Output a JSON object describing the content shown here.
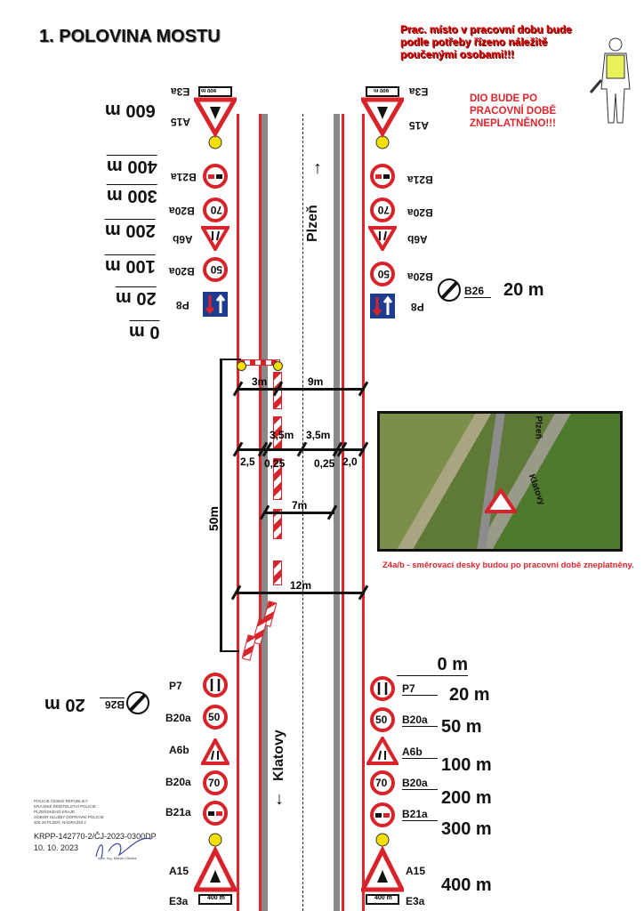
{
  "title": "1. POLOVINA MOSTU",
  "notice_top": "Prac. místo v pracovní dobu bude podle potřeby řízeno náležitě poučenými osobami!!!",
  "notice_dio": "DIO BUDE PO PRACOVNÍ DOBĚ ZNEPLATNĚNO!!!",
  "map_caption": "Z4a/b - směrovací desky budou po pracovní době zneplatněny.",
  "colors": {
    "red": "#e0262c",
    "sign_red": "#d8232a",
    "blue": "#1f3b8f",
    "yellow": "#f5e000"
  },
  "road": {
    "direction_up": "Plzeň",
    "direction_down": "Klatovy",
    "map_label_1": "Plzeň",
    "map_label_2": "Klatovy"
  },
  "dimensions": {
    "len": "50m",
    "d3": "3m",
    "d9": "9m",
    "d35a": "3,5m",
    "d35b": "3,5m",
    "d25": "2,5",
    "d025a": "0,25",
    "d025b": "0,25",
    "d20": "2,0",
    "d7": "7m",
    "d12": "12m"
  },
  "upper_left": {
    "e3a": "E3a",
    "plate": "600 m",
    "a15": "A15",
    "d600": "600 m",
    "b21a": "B21a",
    "d400": "400 m",
    "b20a1": "B20a",
    "d300": "300 m",
    "a6b": "A6b",
    "d200": "200 m",
    "b20a2": "B20a",
    "d100": "100 m",
    "p8": "P8",
    "d20": "20 m",
    "d0": "0 m"
  },
  "upper_right": {
    "e3a": "E3a",
    "plate": "600 m",
    "a15": "A15",
    "b21a": "B21a",
    "b20a1": "B20a",
    "a6b": "A6b",
    "b20a2": "B20a",
    "p8": "P8",
    "b26": "B26",
    "d20": "20 m"
  },
  "lower_left": {
    "b26": "B26",
    "d20": "20 m",
    "p7": "P7",
    "b20a1": "B20a",
    "a6b": "A6b",
    "b20a2": "B20a",
    "b21a": "B21a",
    "a15": "A15",
    "e3a": "E3a",
    "plate": "400 m"
  },
  "lower_right": {
    "d0": "0 m",
    "p7": "P7",
    "d20": "20 m",
    "b20a1": "B20a",
    "d50": "50 m",
    "a6b": "A6b",
    "d100": "100 m",
    "b20a2": "B20a",
    "d200": "200 m",
    "b21a": "B21a",
    "d300": "300 m",
    "a15": "A15",
    "d400": "400 m",
    "e3a": "E3a",
    "plate": "400 m"
  },
  "speed": {
    "s70": "70",
    "s50": "50"
  },
  "stamp": {
    "l1": "POLICIE ČESKÉ REPUBLIKY",
    "l2": "KRAJSKÉ ŘEDITELSTVÍ POLICIE",
    "l3": "PLZEŇSKÉHO KRAJE",
    "l4": "ODBOR SLUŽBY DOPRAVNÍ POLICIE",
    "l5": "306 28 PLZEŇ, NÁDRAŽNÍ 2",
    "ref": "KRPP-142770-2/ČJ-2023-0300DP",
    "date": "10. 10. 2023",
    "signer": "npor. Ing. Martin Cibulka"
  }
}
